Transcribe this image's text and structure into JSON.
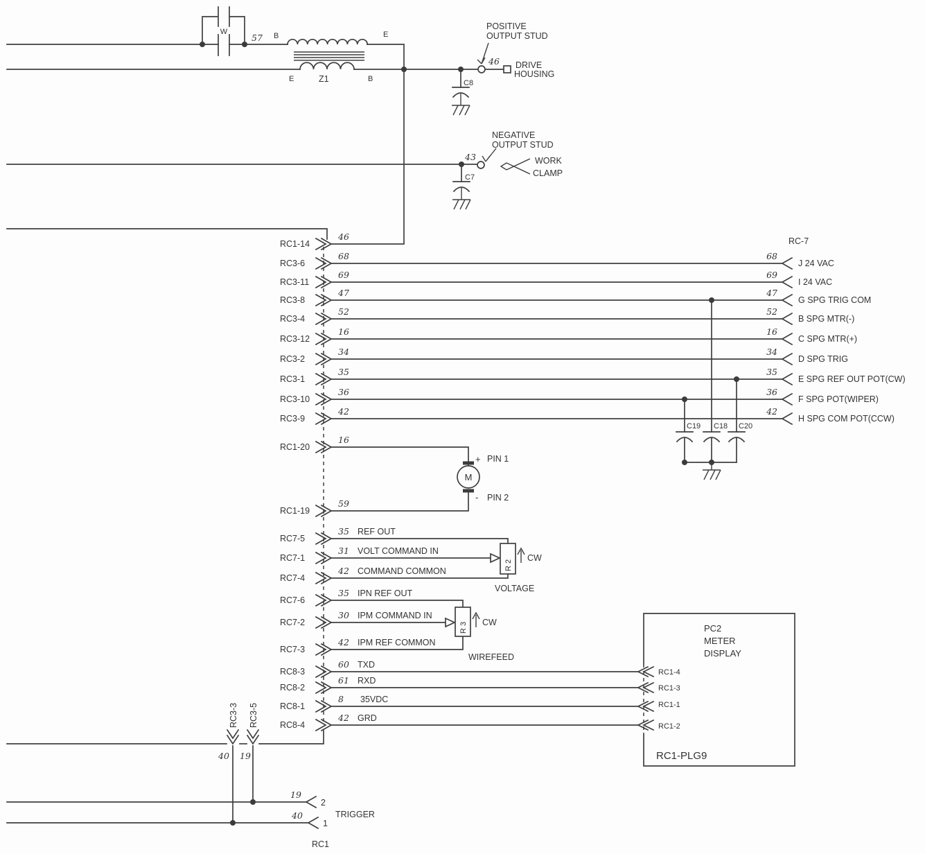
{
  "colors": {
    "line": "#3f3f3f",
    "text": "#333333",
    "background": "#fdfdfd"
  },
  "transformer": {
    "w_cap": "W",
    "wire": "57",
    "b_top": "B",
    "e_top": "E",
    "e_bottom": "E",
    "name": "Z1",
    "b_bottom": "B"
  },
  "positive_output": {
    "cap": "C8",
    "label1": "POSITIVE",
    "label2": "OUTPUT STUD",
    "wire": "46",
    "housing1": "DRIVE",
    "housing2": "HOUSING"
  },
  "negative_output": {
    "cap": "C7",
    "label1": "NEGATIVE",
    "label2": "OUTPUT STUD",
    "wire": "43",
    "clamp1": "WORK",
    "clamp2": "CLAMP"
  },
  "rc7_header": "RC-7",
  "rows": [
    {
      "conn": "RC1-14",
      "wire": "46",
      "right_wire": "",
      "pin": ""
    },
    {
      "conn": "RC3-6",
      "wire": "68",
      "right_wire": "68",
      "pin": "J 24 VAC"
    },
    {
      "conn": "RC3-11",
      "wire": "69",
      "right_wire": "69",
      "pin": "I 24 VAC"
    },
    {
      "conn": "RC3-8",
      "wire": "47",
      "right_wire": "47",
      "pin": "G SPG TRIG COM"
    },
    {
      "conn": "RC3-4",
      "wire": "52",
      "right_wire": "52",
      "pin": "B SPG MTR(-)"
    },
    {
      "conn": "RC3-12",
      "wire": "16",
      "right_wire": "16",
      "pin": "C SPG MTR(+)"
    },
    {
      "conn": "RC3-2",
      "wire": "34",
      "right_wire": "34",
      "pin": "D SPG TRIG"
    },
    {
      "conn": "RC3-1",
      "wire": "35",
      "right_wire": "35",
      "pin": "E SPG REF OUT POT(CW)"
    },
    {
      "conn": "RC3-10",
      "wire": "36",
      "right_wire": "36",
      "pin": "F SPG POT(WIPER)"
    },
    {
      "conn": "RC3-9",
      "wire": "42",
      "right_wire": "42",
      "pin": "H SPG COM POT(CCW)"
    }
  ],
  "filter_caps": {
    "c19": "C19",
    "c18": "C18",
    "c20": "C20"
  },
  "motor": {
    "conn_top": "RC1-20",
    "wire_top": "16",
    "plus": "+",
    "pin1": "PIN 1",
    "m": "M",
    "minus": "-",
    "pin2": "PIN 2",
    "conn_bottom": "RC1-19",
    "wire_bottom": "59"
  },
  "voltage_pot": {
    "r1": {
      "conn": "RC7-5",
      "wire": "35",
      "label": "REF OUT"
    },
    "r2": {
      "conn": "RC7-1",
      "wire": "31",
      "label": "VOLT COMMAND IN"
    },
    "r3": {
      "conn": "RC7-4",
      "wire": "42",
      "label": "COMMAND COMMON"
    },
    "part": "R 2",
    "cw": "CW",
    "caption": "VOLTAGE"
  },
  "wirefeed_pot": {
    "r1": {
      "conn": "RC7-6",
      "wire": "35",
      "label": "IPN REF OUT"
    },
    "r2": {
      "conn": "RC7-2",
      "wire": "30",
      "label": "IPM COMMAND IN"
    },
    "r3": {
      "conn": "RC7-3",
      "wire": "42",
      "label": "IPM REF COMMON"
    },
    "part": "R 3",
    "cw": "CW",
    "caption": "WIREFEED"
  },
  "serial": [
    {
      "conn": "RC8-3",
      "wire": "60",
      "label": "TXD",
      "to": "RC1-4"
    },
    {
      "conn": "RC8-2",
      "wire": "61",
      "label": "RXD",
      "to": "RC1-3"
    },
    {
      "conn": "RC8-1",
      "wire": "8",
      "label": "35VDC",
      "to": "RC1-1"
    },
    {
      "conn": "RC8-4",
      "wire": "42",
      "label": "GRD",
      "to": "RC1-2"
    }
  ],
  "meter_box": {
    "line1": "PC2",
    "line2": "METER",
    "line3": "DISPLAY",
    "plug": "RC1-PLG9"
  },
  "trigger": {
    "conn_a": "RC3-3",
    "conn_b": "RC3-5",
    "wire_a": "40",
    "wire_b": "19",
    "t2_wire": "19",
    "t2_pin": "2",
    "label": "TRIGGER",
    "t1_wire": "40",
    "t1_pin": "1",
    "conn": "RC1"
  }
}
